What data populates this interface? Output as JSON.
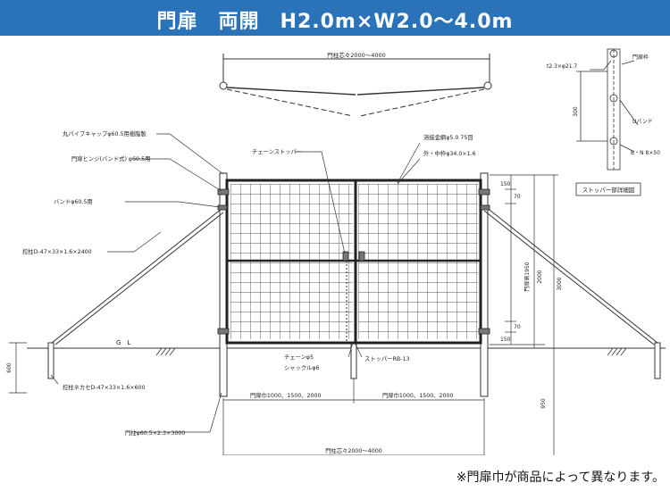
{
  "title": "門扉　両開　H2.0m×W2.0～4.0m",
  "top_plan": {
    "dim": "門柱芯々2000～4000"
  },
  "labels": {
    "cap": "丸パイプキャップφ60.5用樹脂製",
    "hinge": "門扉ヒンジ(バンド式) φ60.5用",
    "band": "バンドφ60.5用",
    "strut": "控柱D-47×33×1.6×2400",
    "chain_stopper": "チェーンストッパー",
    "mesh": "溶接金網φ5.0 75目",
    "frame": "外・中枠φ34.0×1.6",
    "gl": "G　L",
    "chain": "チェーンφ5",
    "shackle": "シャックルφ6",
    "stopper_rb": "ストッパーRB-13",
    "strut_anchor": "控柱ネカセD-47×33×1.6×600",
    "post": "門柱φ60.5×2.3×3000",
    "door_width_left": "門扉巾1000、1500、2000",
    "door_width_right": "門扉巾1000、1500、2000",
    "post_span_bottom": "門柱芯々2000～4000"
  },
  "dimensions": {
    "d150_top": "150",
    "d70_top": "70",
    "door_height": "門扉高1950",
    "d2000": "2000",
    "d3000": "3000",
    "d70_bottom": "70",
    "d150_bottom": "150",
    "d950": "950",
    "d600": "600",
    "d300": "300"
  },
  "detail": {
    "title": "ストッパー部詳細図",
    "pipe": "t2.3×φ21.7",
    "door_frame": "門扉枠",
    "u_band": "Uバンド",
    "bolt": "B・N 8×50"
  },
  "footnote": "※門扉巾が商品によって異なります。"
}
